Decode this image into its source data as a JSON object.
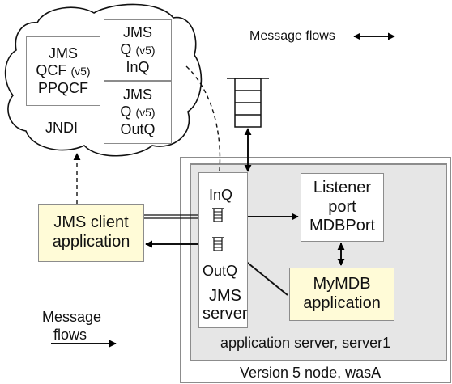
{
  "jndi": {
    "label": "JNDI",
    "qcf": {
      "line1": "JMS",
      "line2": "QCF",
      "version": "(v5)",
      "line3": "PPQCF"
    },
    "inq": {
      "line1": "JMS",
      "line2": "Q",
      "version": "(v5)",
      "line3": "InQ"
    },
    "outq": {
      "line1": "JMS",
      "line2": "Q",
      "version": "(v5)",
      "line3": "OutQ"
    }
  },
  "legend": {
    "top": "Message flows",
    "bottom_line1": "Message",
    "bottom_line2": "flows"
  },
  "client": {
    "line1": "JMS client",
    "line2": "application"
  },
  "jms_server": {
    "inq_label": "InQ",
    "outq_label": "OutQ",
    "line1": "JMS",
    "line2": "server"
  },
  "listener": {
    "line1": "Listener",
    "line2": "port",
    "line3": "MDBPort"
  },
  "mdb": {
    "line1": "MyMDB",
    "line2": "application"
  },
  "app_server": {
    "label": "application server, server1"
  },
  "node": {
    "label": "Version 5 node, wasA"
  },
  "colors": {
    "app_box_fill": "#fffbd7",
    "server_fill": "#e6e6e6",
    "border": "#8c8c8c"
  }
}
